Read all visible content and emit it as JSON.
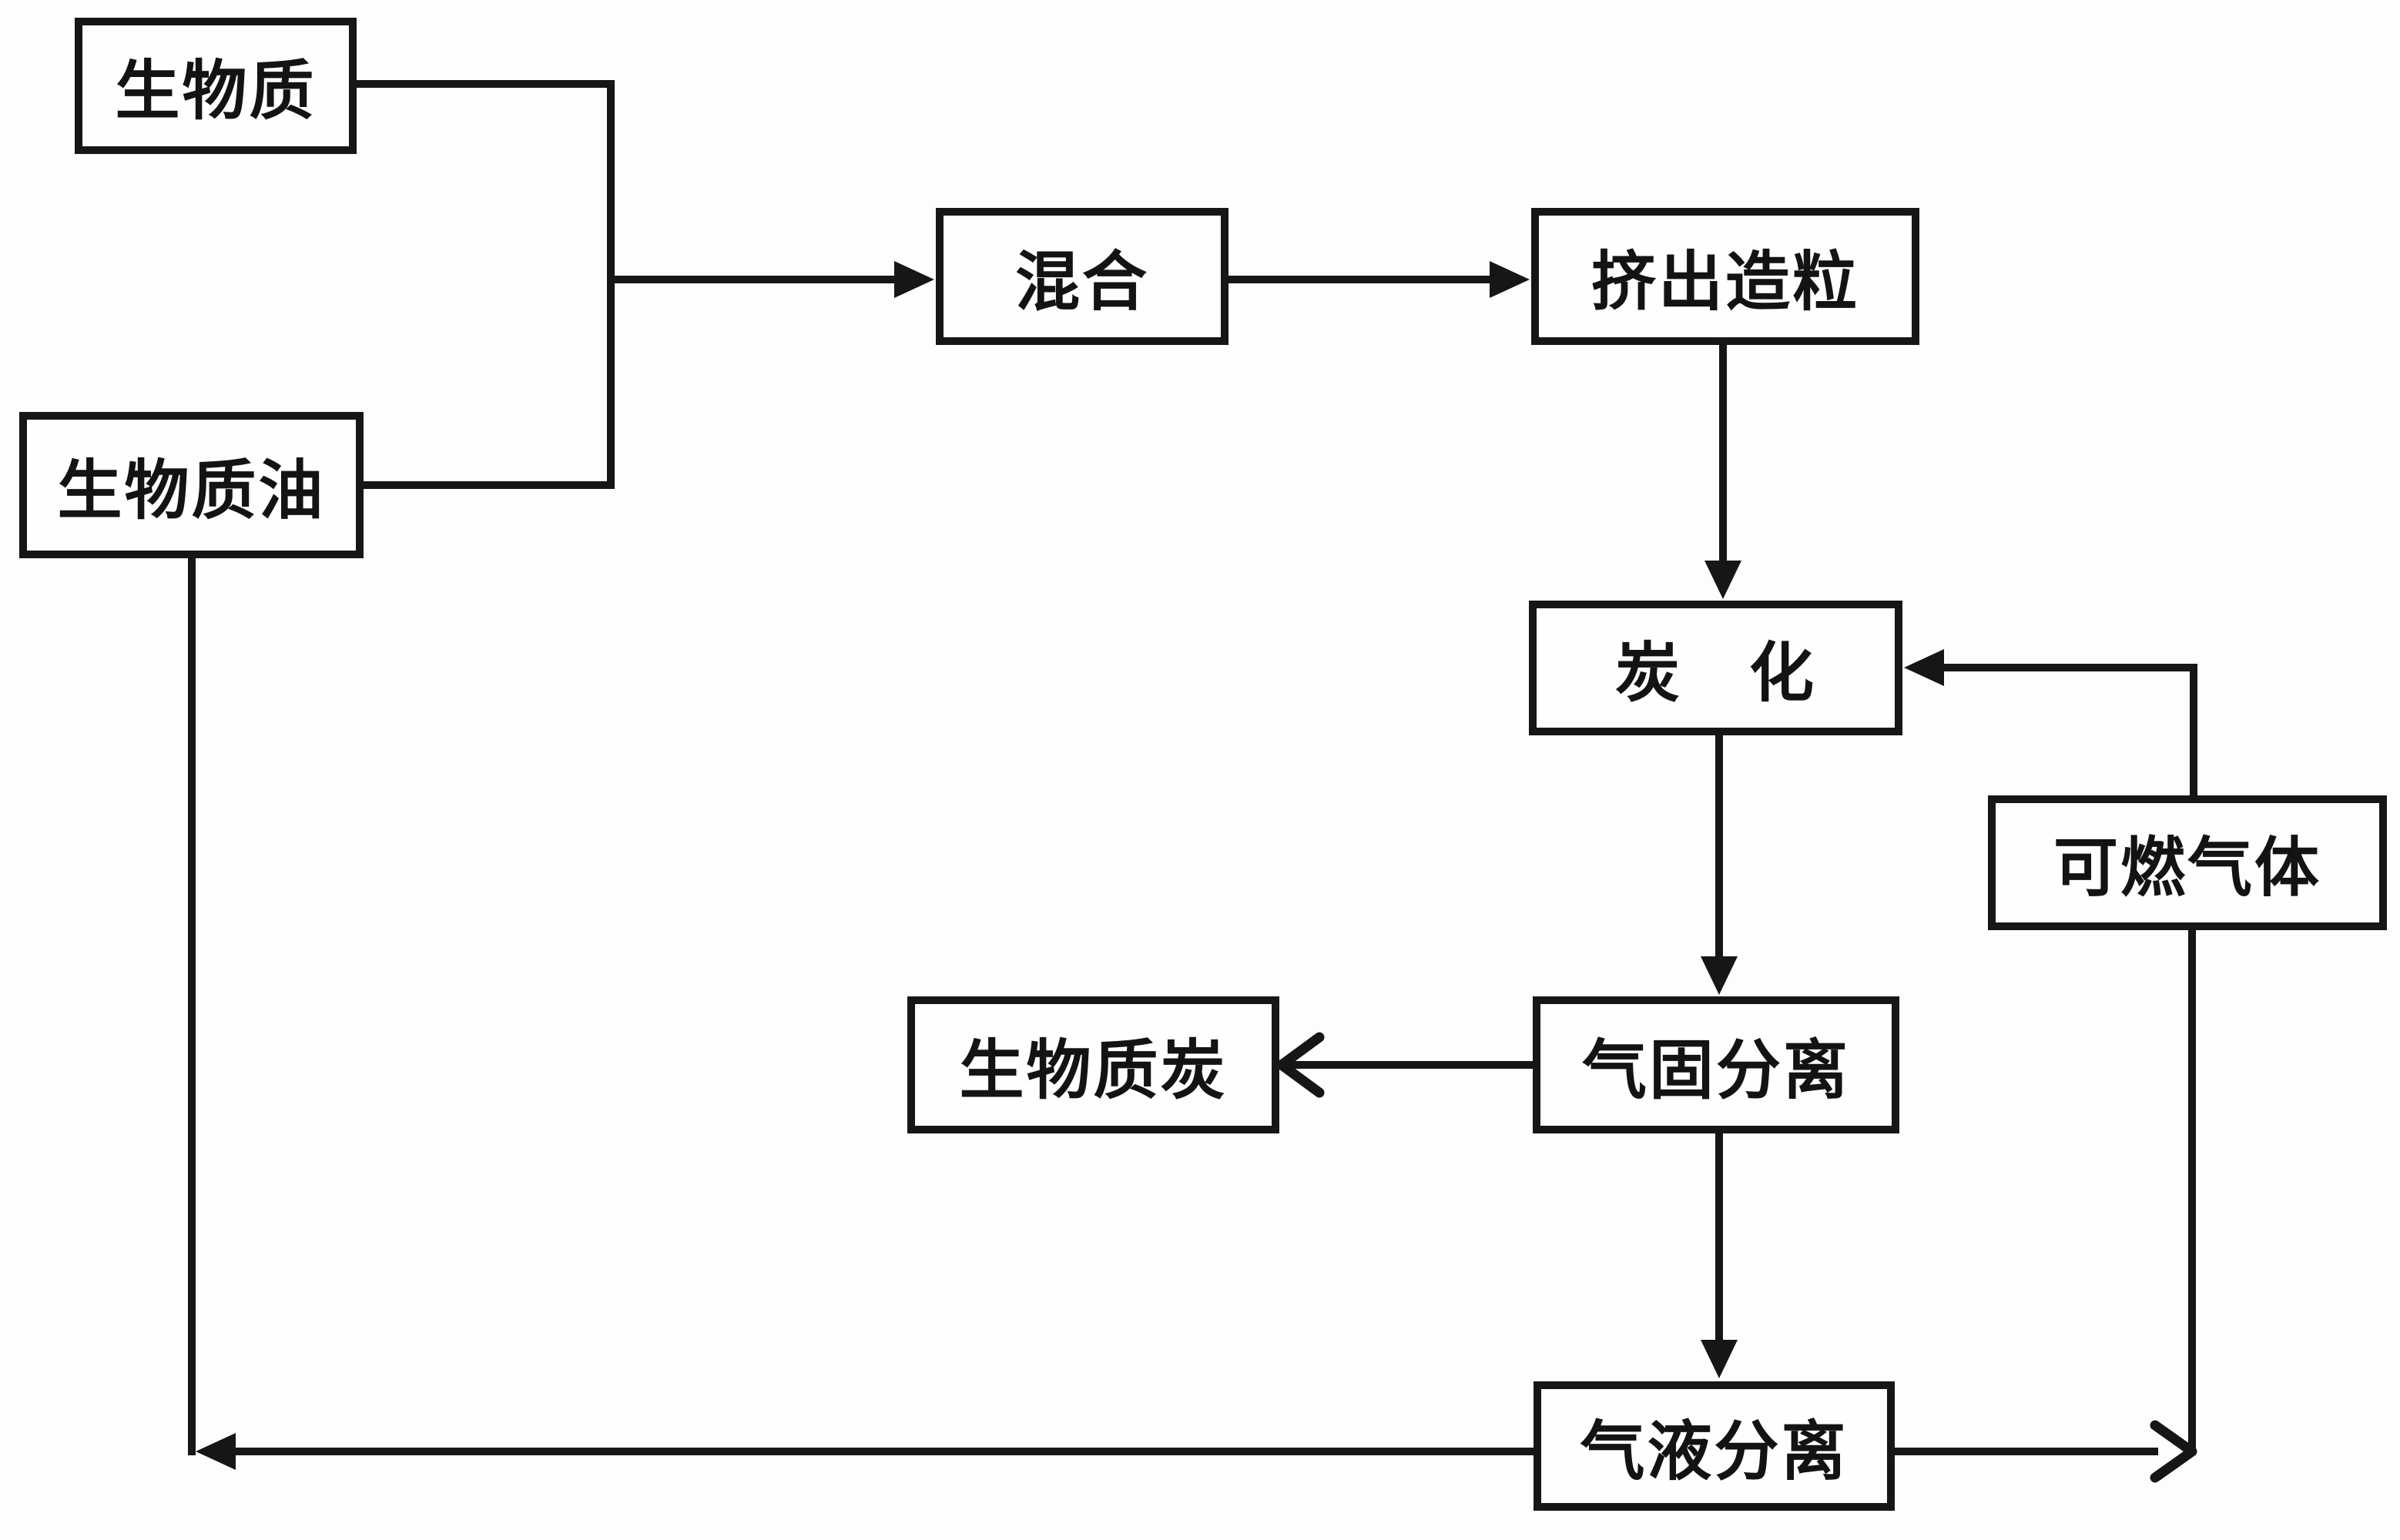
{
  "page": {
    "background_color": "#fdfdfd",
    "line_color": "#161616",
    "node_fill_color": "#fefefe"
  },
  "diagram": {
    "type": "flowchart",
    "nodes": {
      "biomass": {
        "label": "生物质"
      },
      "biomass_oil": {
        "label": "生物质油"
      },
      "mixing": {
        "label": "混合"
      },
      "extrusion_granulation": {
        "label": "挤出造粒"
      },
      "carbonization": {
        "label": "炭　化"
      },
      "combustible_gas": {
        "label": "可燃气体"
      },
      "gas_solid_separation": {
        "label": "气固分离"
      },
      "biomass_char": {
        "label": "生物质炭"
      },
      "gas_liquid_separation": {
        "label": "气液分离"
      }
    },
    "edges": [
      {
        "from": "biomass",
        "to": "mixing",
        "style": "merge-bracket-then-solid-arrow"
      },
      {
        "from": "biomass_oil",
        "to": "mixing",
        "style": "merge-bracket-then-solid-arrow"
      },
      {
        "from": "mixing",
        "to": "extrusion_granulation",
        "style": "solid-arrow"
      },
      {
        "from": "extrusion_granulation",
        "to": "carbonization",
        "style": "solid-arrow"
      },
      {
        "from": "combustible_gas",
        "to": "carbonization",
        "style": "solid-arrow"
      },
      {
        "from": "carbonization",
        "to": "gas_solid_separation",
        "style": "solid-arrow"
      },
      {
        "from": "gas_solid_separation",
        "to": "biomass_char",
        "style": "chevron-arrow"
      },
      {
        "from": "gas_solid_separation",
        "to": "gas_liquid_separation",
        "style": "solid-arrow"
      },
      {
        "from": "gas_liquid_separation",
        "to": "biomass_oil",
        "style": "solid-arrow"
      },
      {
        "from": "gas_liquid_separation",
        "to": "combustible_gas",
        "style": "chevron-arrow"
      }
    ]
  }
}
